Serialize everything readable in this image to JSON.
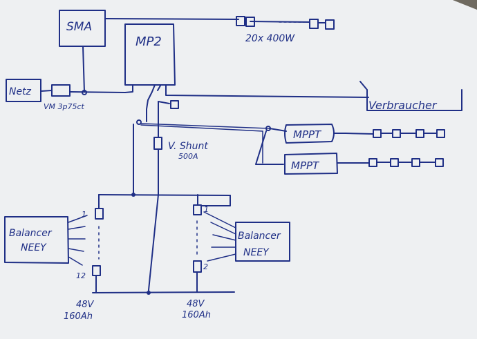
{
  "labels": {
    "sma": "SMA",
    "mp2": "MP2",
    "panels_top": "20x 400W",
    "netz": "Netz",
    "meter": "VM 3p75ct",
    "verbraucher": "Verbraucher",
    "mppt_1": "MPPT",
    "mppt_2": "MPPT",
    "shunt_name": "V. Shunt",
    "shunt_rating": "500A",
    "balancer_left_1": "Balancer",
    "balancer_left_2": "NEEY",
    "balancer_right_1": "Balancer",
    "balancer_right_2": "NEEY",
    "cell_left_top": "1",
    "cell_left_bottom": "12",
    "cell_right_top": "1",
    "cell_right_bottom": "2",
    "battery_left_voltage": "48V",
    "battery_left_capacity": "160Ah",
    "battery_right_voltage": "48V",
    "battery_right_capacity": "160Ah"
  },
  "colors": {
    "ink": "#1f2f86",
    "paper": "#eef0f2"
  }
}
